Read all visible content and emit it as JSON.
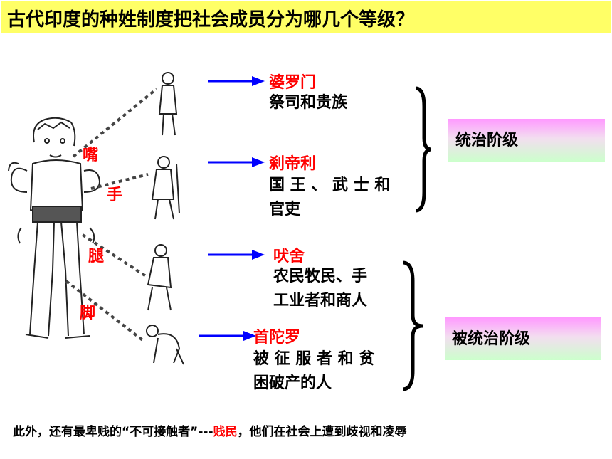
{
  "title": "古代印度的种姓制度把社会成员分为哪几个等级？",
  "body_labels": {
    "mouth": "嘴",
    "hand": "手",
    "leg": "腿",
    "foot": "脚"
  },
  "castes": [
    {
      "name": "婆罗门",
      "desc_lines": [
        "祭司和贵族"
      ]
    },
    {
      "name": "刹帝利",
      "desc_lines": [
        "国 王 、 武 士 和",
        "官吏"
      ]
    },
    {
      "name": "吠舍",
      "desc_lines": [
        "农民牧民、手",
        "工业者和商人"
      ]
    },
    {
      "name": "首陀罗",
      "desc_lines": [
        "被 征 服 者 和 贫",
        "困破产的人"
      ]
    }
  ],
  "classes": {
    "ruling": "统治阶级",
    "ruled": "被统治阶级"
  },
  "footnote": {
    "before": "此外，还有最卑贱的“不可接触者”---",
    "highlight": "贱民",
    "after": "，他们在社会上遭到歧视和凌辱"
  },
  "colors": {
    "title_bg": "#ffff66",
    "arrow": "#0000ff",
    "caste_name": "#ff0000",
    "box_top": "#ff99ff",
    "box_bottom": "#ccffcc"
  }
}
